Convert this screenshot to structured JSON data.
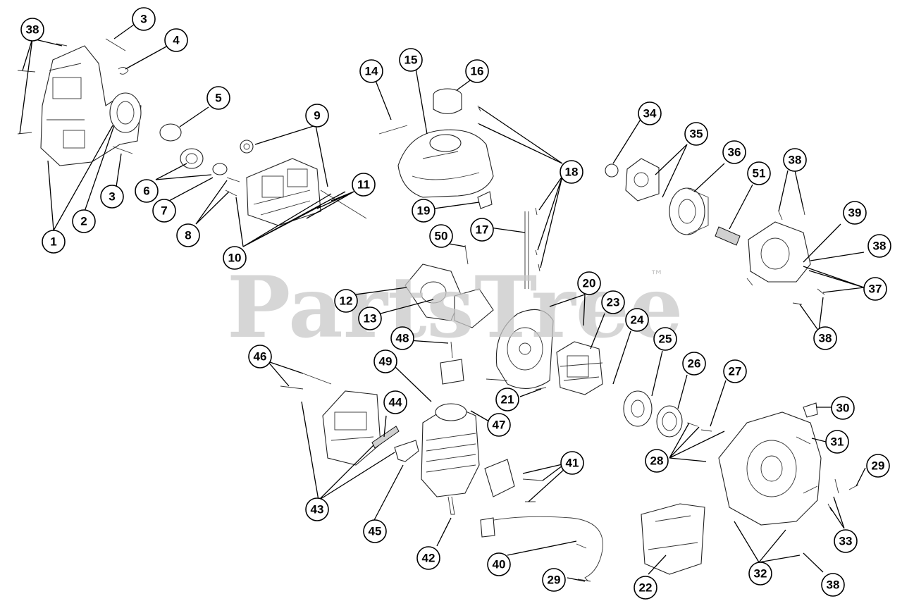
{
  "watermark": {
    "text": "PartsTree",
    "tm": "™"
  },
  "callouts": [
    {
      "id": "c38a",
      "label": "38"
    },
    {
      "id": "c3a",
      "label": "3"
    },
    {
      "id": "c4",
      "label": "4"
    },
    {
      "id": "c2",
      "label": "2"
    },
    {
      "id": "c3b",
      "label": "3"
    },
    {
      "id": "c1",
      "label": "1"
    },
    {
      "id": "c5",
      "label": "5"
    },
    {
      "id": "c6",
      "label": "6"
    },
    {
      "id": "c7",
      "label": "7"
    },
    {
      "id": "c8",
      "label": "8"
    },
    {
      "id": "c9",
      "label": "9"
    },
    {
      "id": "c10",
      "label": "10"
    },
    {
      "id": "c11",
      "label": "11"
    },
    {
      "id": "c14",
      "label": "14"
    },
    {
      "id": "c15",
      "label": "15"
    },
    {
      "id": "c16",
      "label": "16"
    },
    {
      "id": "c18",
      "label": "18"
    },
    {
      "id": "c19",
      "label": "19"
    },
    {
      "id": "c17",
      "label": "17"
    },
    {
      "id": "c50",
      "label": "50"
    },
    {
      "id": "c12",
      "label": "12"
    },
    {
      "id": "c13",
      "label": "13"
    },
    {
      "id": "c34",
      "label": "34"
    },
    {
      "id": "c35",
      "label": "35"
    },
    {
      "id": "c36",
      "label": "36"
    },
    {
      "id": "c51",
      "label": "51"
    },
    {
      "id": "c38b",
      "label": "38"
    },
    {
      "id": "c39",
      "label": "39"
    },
    {
      "id": "c38c",
      "label": "38"
    },
    {
      "id": "c37",
      "label": "37"
    },
    {
      "id": "c38d",
      "label": "38"
    },
    {
      "id": "c20",
      "label": "20"
    },
    {
      "id": "c23",
      "label": "23"
    },
    {
      "id": "c24",
      "label": "24"
    },
    {
      "id": "c25",
      "label": "25"
    },
    {
      "id": "c26",
      "label": "26"
    },
    {
      "id": "c27",
      "label": "27"
    },
    {
      "id": "c21",
      "label": "21"
    },
    {
      "id": "c28",
      "label": "28"
    },
    {
      "id": "c30",
      "label": "30"
    },
    {
      "id": "c31",
      "label": "31"
    },
    {
      "id": "c29a",
      "label": "29"
    },
    {
      "id": "c33",
      "label": "33"
    },
    {
      "id": "c32",
      "label": "32"
    },
    {
      "id": "c38e",
      "label": "38"
    },
    {
      "id": "c22",
      "label": "22"
    },
    {
      "id": "c46",
      "label": "46"
    },
    {
      "id": "c48",
      "label": "48"
    },
    {
      "id": "c49",
      "label": "49"
    },
    {
      "id": "c44",
      "label": "44"
    },
    {
      "id": "c47",
      "label": "47"
    },
    {
      "id": "c41",
      "label": "41"
    },
    {
      "id": "c43",
      "label": "43"
    },
    {
      "id": "c45",
      "label": "45"
    },
    {
      "id": "c42",
      "label": "42"
    },
    {
      "id": "c40",
      "label": "40"
    },
    {
      "id": "c29b",
      "label": "29"
    }
  ]
}
